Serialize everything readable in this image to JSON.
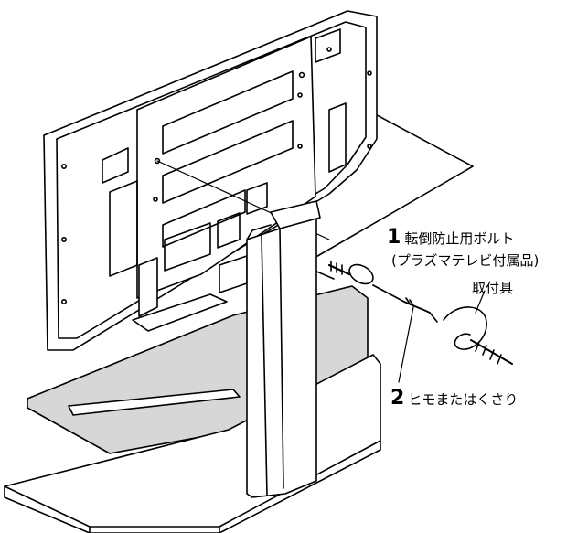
{
  "callouts": {
    "bolt": {
      "number": "1",
      "label": "転倒防止用ボルト",
      "sublabel": "(プラズマテレビ付属品)"
    },
    "fitting": {
      "label": "取付具"
    },
    "string": {
      "number": "2",
      "label": "ヒモまたはくさり"
    }
  },
  "colors": {
    "line": "#000000",
    "glass_shelf": "#d7d7d7",
    "background": "#ffffff"
  }
}
